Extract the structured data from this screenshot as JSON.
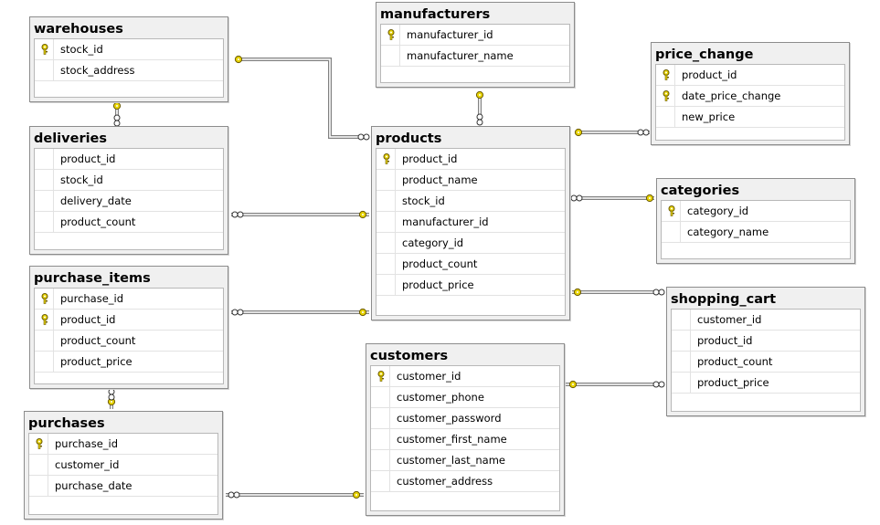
{
  "tables": {
    "warehouses": {
      "name": "warehouses",
      "columns": [
        {
          "name": "stock_id",
          "pk": true
        },
        {
          "name": "stock_address",
          "pk": false
        }
      ]
    },
    "manufacturers": {
      "name": "manufacturers",
      "columns": [
        {
          "name": "manufacturer_id",
          "pk": true
        },
        {
          "name": "manufacturer_name",
          "pk": false
        }
      ]
    },
    "price_change": {
      "name": "price_change",
      "columns": [
        {
          "name": "product_id",
          "pk": true
        },
        {
          "name": "date_price_change",
          "pk": true
        },
        {
          "name": "new_price",
          "pk": false
        }
      ]
    },
    "deliveries": {
      "name": "deliveries",
      "columns": [
        {
          "name": "product_id",
          "pk": false
        },
        {
          "name": "stock_id",
          "pk": false
        },
        {
          "name": "delivery_date",
          "pk": false
        },
        {
          "name": "product_count",
          "pk": false
        }
      ]
    },
    "products": {
      "name": "products",
      "columns": [
        {
          "name": "product_id",
          "pk": true
        },
        {
          "name": "product_name",
          "pk": false
        },
        {
          "name": "stock_id",
          "pk": false
        },
        {
          "name": "manufacturer_id",
          "pk": false
        },
        {
          "name": "category_id",
          "pk": false
        },
        {
          "name": "product_count",
          "pk": false
        },
        {
          "name": "product_price",
          "pk": false
        }
      ]
    },
    "categories": {
      "name": "categories",
      "columns": [
        {
          "name": "category_id",
          "pk": true
        },
        {
          "name": "category_name",
          "pk": false
        }
      ]
    },
    "purchase_items": {
      "name": "purchase_items",
      "columns": [
        {
          "name": "purchase_id",
          "pk": true
        },
        {
          "name": "product_id",
          "pk": true
        },
        {
          "name": "product_count",
          "pk": false
        },
        {
          "name": "product_price",
          "pk": false
        }
      ]
    },
    "shopping_cart": {
      "name": "shopping_cart",
      "columns": [
        {
          "name": "customer_id",
          "pk": false
        },
        {
          "name": "product_id",
          "pk": false
        },
        {
          "name": "product_count",
          "pk": false
        },
        {
          "name": "product_price",
          "pk": false
        }
      ]
    },
    "customers": {
      "name": "customers",
      "columns": [
        {
          "name": "customer_id",
          "pk": true
        },
        {
          "name": "customer_phone",
          "pk": false
        },
        {
          "name": "customer_password",
          "pk": false
        },
        {
          "name": "customer_first_name",
          "pk": false
        },
        {
          "name": "customer_last_name",
          "pk": false
        },
        {
          "name": "customer_address",
          "pk": false
        }
      ]
    },
    "purchases": {
      "name": "purchases",
      "columns": [
        {
          "name": "purchase_id",
          "pk": true
        },
        {
          "name": "customer_id",
          "pk": false
        },
        {
          "name": "purchase_date",
          "pk": false
        }
      ]
    }
  },
  "relationships": [
    {
      "one": "warehouses",
      "many": "products"
    },
    {
      "one": "manufacturers",
      "many": "products"
    },
    {
      "one": "products",
      "many": "price_change"
    },
    {
      "one": "warehouses",
      "many": "deliveries"
    },
    {
      "one": "products",
      "many": "deliveries"
    },
    {
      "one": "categories",
      "many": "products"
    },
    {
      "one": "products",
      "many": "purchase_items"
    },
    {
      "one": "products",
      "many": "shopping_cart"
    },
    {
      "one": "purchases",
      "many": "purchase_items"
    },
    {
      "one": "customers",
      "many": "shopping_cart"
    },
    {
      "one": "customers",
      "many": "purchases"
    }
  ],
  "colors": {
    "key_icon": "#e6d200",
    "key_outline": "#6b5a00",
    "line": "#808080",
    "title_bg": "#f0f0f0"
  },
  "icons": {
    "primary_key": "key-icon"
  }
}
